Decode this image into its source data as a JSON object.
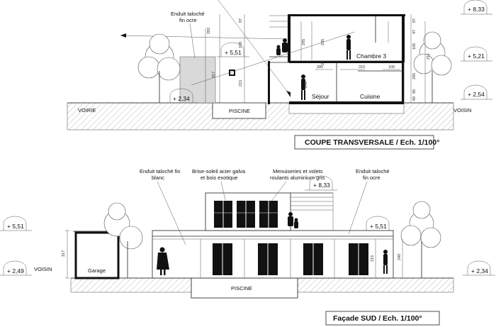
{
  "section": {
    "title": "COUPE TRANSVERSALE / Ech. 1/100°",
    "labels": {
      "enduit": "Enduit taloché",
      "enduit_sub": "fin ocre",
      "voirie": "VOIRIE",
      "piscine": "PISCINE",
      "voisin": "VOISIN",
      "chambre": "Chambre 3",
      "sejour": "Séjour",
      "cuisine": "Cuisine"
    },
    "levels": {
      "top_right": "+ 8,33",
      "mid_left": "+ 5,51",
      "mid_right": "+ 5,21",
      "low_left": "+ 2,34",
      "low_right": "+ 2,54"
    },
    "dims": [
      "282",
      "317",
      "215",
      "198",
      "87",
      "295",
      "235",
      "27",
      "280",
      "310",
      "240",
      "100",
      "105",
      "205",
      "90",
      "60",
      "211",
      "87",
      "47"
    ]
  },
  "facade": {
    "title": "Façade SUD / Ech. 1/100°",
    "labels": {
      "enduit_blanc": "Enduit taloché fin",
      "enduit_blanc_sub": "blanc",
      "brise": "Brise-soleil acier galva",
      "brise_sub": "et bois exotique",
      "menuiseries": "Menuiseries et volets",
      "menuiseries_sub": "roulants aluminium gris",
      "enduit_ocre": "Enduit taloché",
      "enduit_ocre_sub": "fin ocre",
      "garage": "Garage",
      "voisin": "VOISIN",
      "piscine": "PISCINE"
    },
    "levels": {
      "top": "+ 8,33",
      "left_up": "+ 5,51",
      "mid": "+ 5,51",
      "left_low": "+ 2,49",
      "right_low": "+ 2,34"
    },
    "dims": [
      "317",
      "215",
      "240"
    ]
  }
}
